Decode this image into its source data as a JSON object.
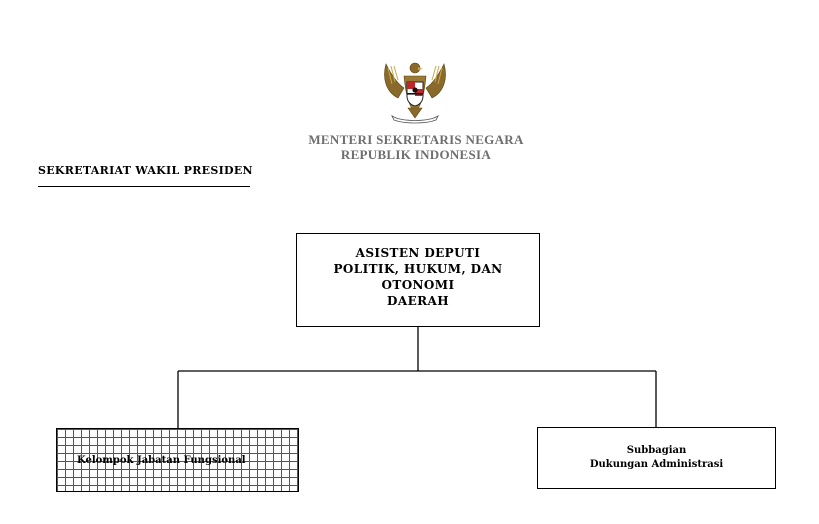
{
  "header": {
    "emblem_icon": "garuda-pancasila-emblem",
    "ministry_line_1": "MENTERI SEKRETARIS NEGARA",
    "ministry_line_2": "REPUBLIK  INDONESIA",
    "section_label": "SEKRETARIAT WAKIL PRESIDEN"
  },
  "org_chart": {
    "head": {
      "line_1": "ASISTEN DEPUTI",
      "line_2": "POLITIK, HUKUM, DAN OTONOMI",
      "line_3": "DAERAH"
    },
    "functional_group": {
      "label": "Kelompok  Jabatan Fungsional"
    },
    "subdivision": {
      "line_1": "Subbagian",
      "line_2": "Dukungan Administrasi"
    }
  },
  "colors": {
    "ministry_text": "#6e6e6e",
    "lines": "#000000"
  }
}
